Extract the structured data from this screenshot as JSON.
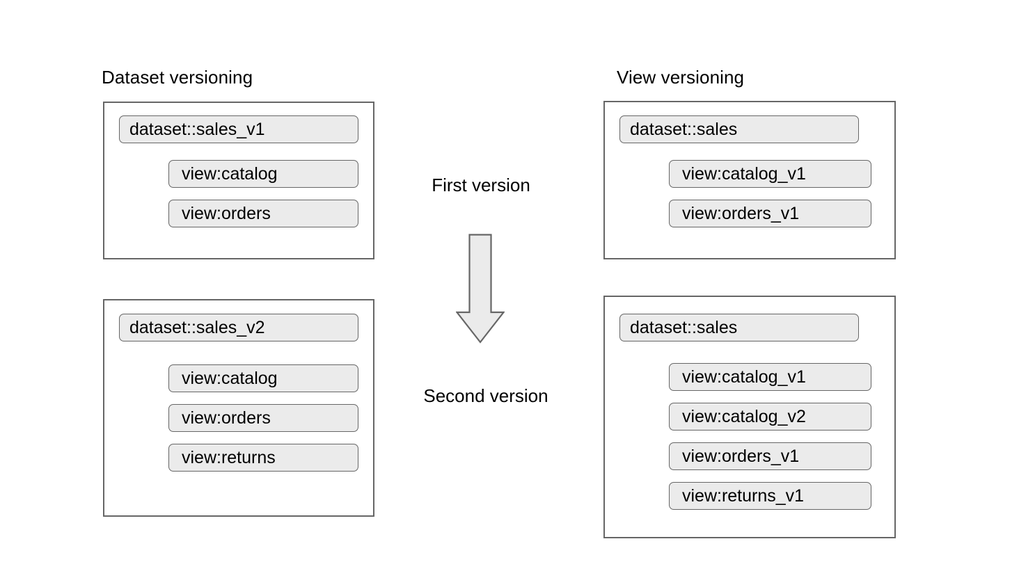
{
  "diagram": {
    "columns": [
      {
        "key": "dataset_versioning",
        "title": "Dataset versioning",
        "groups": [
          {
            "key": "first",
            "dataset": "dataset::sales_v1",
            "views": [
              "view:catalog",
              "view:orders"
            ]
          },
          {
            "key": "second",
            "dataset": "dataset::sales_v2",
            "views": [
              "view:catalog",
              "view:orders",
              "view:returns"
            ]
          }
        ]
      },
      {
        "key": "view_versioning",
        "title": "View versioning",
        "groups": [
          {
            "key": "first",
            "dataset": "dataset::sales",
            "views": [
              "view:catalog_v1",
              "view:orders_v1"
            ]
          },
          {
            "key": "second",
            "dataset": "dataset::sales",
            "views": [
              "view:catalog_v1",
              "view:catalog_v2",
              "view:orders_v1",
              "view:returns_v1"
            ]
          }
        ]
      }
    ],
    "stage": {
      "first_label": "First version",
      "second_label": "Second version",
      "arrow_icon": "arrow-down-block-icon"
    },
    "colors": {
      "background": "#ffffff",
      "box_border": "#666666",
      "pill_fill": "#ebebeb",
      "pill_border": "#666666",
      "arrow_fill": "#ebebeb",
      "arrow_border": "#666666",
      "text": "#000000"
    }
  }
}
